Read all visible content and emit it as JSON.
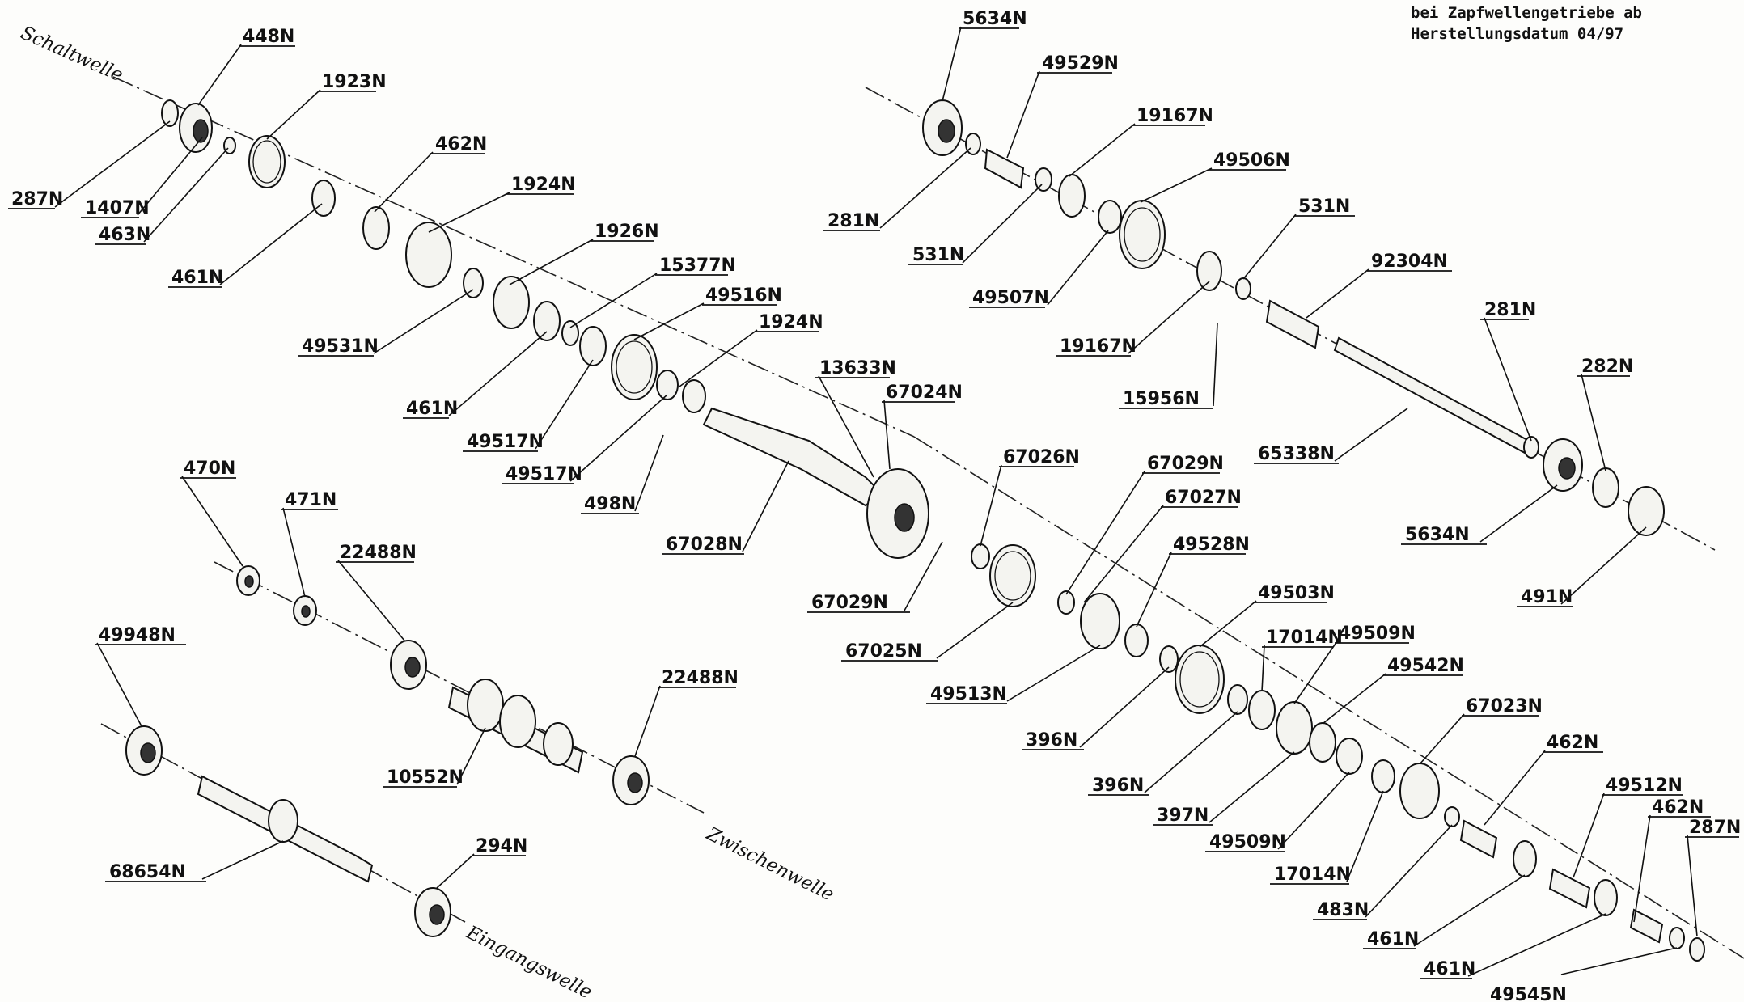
{
  "note": {
    "line1": "bei Zapfwellengetriebe ab",
    "line2": "Herstellungsdatum 04/97"
  },
  "shafts": {
    "schaltwelle": "Schaltwelle",
    "zwischenwelle": "Zwischenwelle",
    "eingangswelle": "Eingangswelle"
  },
  "labels": [
    "448N",
    "1923N",
    "287N",
    "1407N",
    "463N",
    "462N",
    "1924N",
    "461N",
    "1926N",
    "15377N",
    "49531N",
    "49516N",
    "461N",
    "1924N",
    "49517N",
    "49517N",
    "498N",
    "13633N",
    "67024N",
    "67028N",
    "5634N",
    "49529N",
    "281N",
    "531N",
    "19167N",
    "49506N",
    "49507N",
    "531N",
    "19167N",
    "92304N",
    "15956N",
    "281N",
    "282N",
    "65338N",
    "5634N",
    "491N",
    "67026N",
    "67029N",
    "67027N",
    "67029N",
    "49528N",
    "67025N",
    "49503N",
    "49513N",
    "17014N",
    "49509N",
    "396N",
    "49542N",
    "396N",
    "67023N",
    "397N",
    "462N",
    "49509N",
    "17014N",
    "49512N",
    "483N",
    "462N",
    "287N",
    "461N",
    "461N",
    "49545N",
    "470N",
    "471N",
    "22488N",
    "49948N",
    "22488N",
    "10552N",
    "68654N",
    "294N"
  ]
}
